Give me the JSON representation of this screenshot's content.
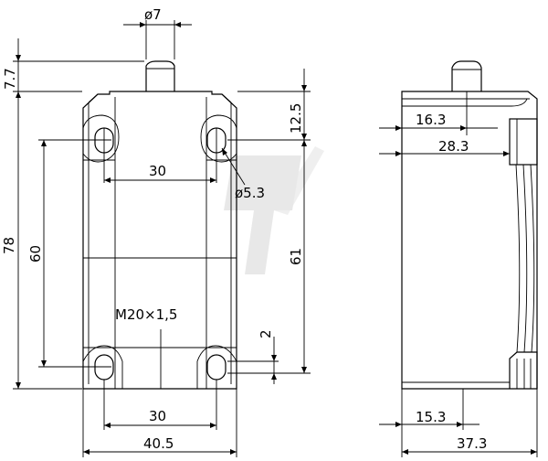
{
  "views": {
    "front": {
      "dims": {
        "plunger_diameter": "ø7",
        "plunger_height": "7.7",
        "overall_height": "78",
        "top_to_hole": "12.5",
        "hole_pitch_top": "30",
        "hole_diameter": "ø5.3",
        "hole_pitch_vertical_left": "60",
        "hole_pitch_vertical_right": "61",
        "thread": "M20×1,5",
        "offset": "2",
        "hole_pitch_bottom": "30",
        "overall_width": "40.5"
      }
    },
    "side": {
      "dims": {
        "plunger_offset": "16.3",
        "inner_depth": "28.3",
        "cable_offset": "15.3",
        "overall_depth": "37.3"
      }
    }
  },
  "colors": {
    "line": "#000000",
    "watermark": "#e6e6e6",
    "background": "#ffffff"
  }
}
